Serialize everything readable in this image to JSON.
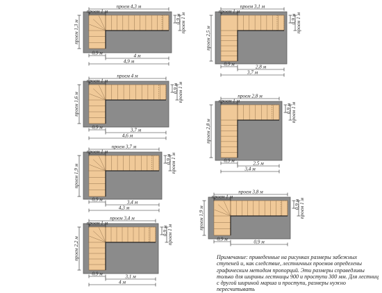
{
  "colors": {
    "floor": "#8b8b8b",
    "floor_edge": "#5a5a5a",
    "wood": "#f0c998",
    "wood_line": "#8a6a45",
    "opening": "#ffffff",
    "dim_line": "#222222"
  },
  "diagrams": [
    {
      "id": "d1",
      "opening": "проем 4,3 м",
      "opening_small": "проем 1 м",
      "side": "проем 1,3 м",
      "width_small": "0,9 м",
      "width_small2": "0,9 м",
      "side_small": "проем 1 м",
      "total": "4,9 м",
      "inner": "4 м"
    },
    {
      "id": "d2",
      "opening": "проем 3,1 м",
      "opening_small": "проем 1 м",
      "side": "проем 2,5 м",
      "width_small": "0,9 м",
      "width_small2": "0,9 м",
      "side_small": "проем 1 м",
      "total": "3,7 м",
      "inner": "2,8 м"
    },
    {
      "id": "d3",
      "opening": "проем 4 м",
      "opening_small": "проем 1 м",
      "side": "проем 1,6 м",
      "width_small": "0,9 м",
      "width_small2": "0,9 м",
      "side_small": "проем 1 м",
      "total": "4,6 м",
      "inner": "3,7 м"
    },
    {
      "id": "d4",
      "opening": "проем 2,8 м",
      "opening_small": "проем 1 м",
      "side": "проем 2,8 м",
      "width_small": "0,9 м",
      "width_small2": "0,9 м",
      "side_small": "проем 1 м",
      "total": "3,4 м",
      "inner": "2,5 м"
    },
    {
      "id": "d5",
      "opening": "проем 3,7 м",
      "opening_small": "проем 1 м",
      "side": "проем 1,9 м",
      "width_small": "0,9 м",
      "width_small2": "0,9 м",
      "side_small": "проем 1 м",
      "total": "4,3 м",
      "inner": "3,4 м"
    },
    {
      "id": "d6",
      "opening": "проем 3,8 м",
      "opening_small": "проем 1 м",
      "side": "проем 1,9 м",
      "width_small": "0,9 м",
      "width_small2": "0,9 м",
      "side_small": "проем 1 м",
      "total": "",
      "inner": "0,9 м"
    },
    {
      "id": "d7",
      "opening": "проем 3,4 м",
      "opening_small": "проем 1 м",
      "side": "проем 2,2 м",
      "width_small": "0,9 м",
      "width_small2": "0,9 м",
      "side_small": "проем 1 м",
      "total": "4 м",
      "inner": "3,1 м"
    }
  ],
  "note": {
    "label": "Примечание:",
    "text": "приведенные на рисунках размеры забежных ступеней и, как следствие, лестничных проемов определены графическим методом пропорций. Эти размеры справедливы только для ширины лестницы 900 и проступи 300 мм. Для лестниц с другой шириной марша и проступи, размеры нужно пересчитывать"
  }
}
